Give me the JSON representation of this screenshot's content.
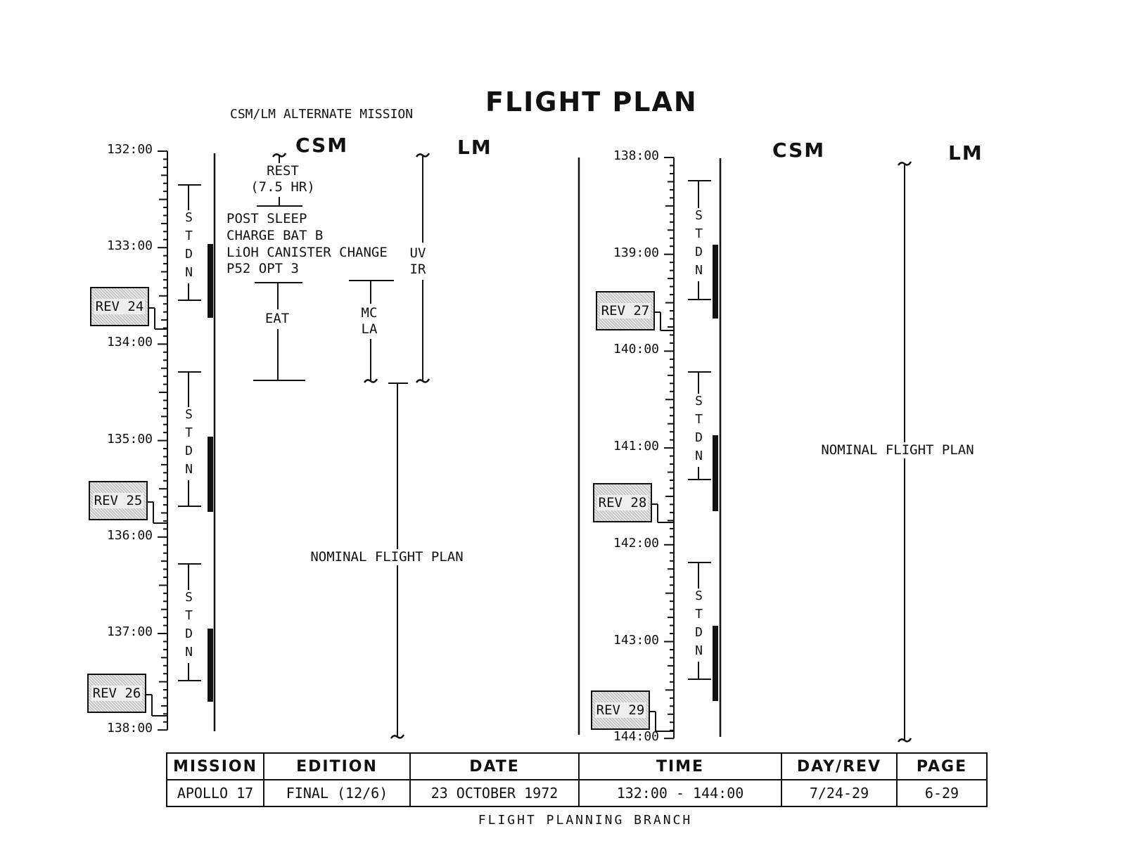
{
  "title": "FLIGHT PLAN",
  "subtitle": "CSM/LM ALTERNATE MISSION",
  "left_panel": {
    "csm_label": "CSM",
    "lm_label": "LM",
    "times": [
      "132:00",
      "133:00",
      "134:00",
      "135:00",
      "136:00",
      "137:00",
      "138:00"
    ],
    "stdn": "STDN",
    "revs": [
      "REV 24",
      "REV 25",
      "REV 26"
    ],
    "rest": [
      "REST",
      "(7.5 HR)"
    ],
    "activities": [
      "POST SLEEP",
      "CHARGE BAT B",
      "LiOH CANISTER CHANGE",
      "P52 OPT 3"
    ],
    "eat": "EAT",
    "mc_la": [
      "MC",
      "LA"
    ],
    "uv_ir": [
      "UV",
      "IR"
    ],
    "nominal": "NOMINAL FLIGHT PLAN"
  },
  "right_panel": {
    "csm_label": "CSM",
    "lm_label": "LM",
    "times": [
      "138:00",
      "139:00",
      "140:00",
      "141:00",
      "142:00",
      "143:00",
      "144:00"
    ],
    "stdn": "STDN",
    "revs": [
      "REV 27",
      "REV 28",
      "REV 29"
    ],
    "nominal": "NOMINAL FLIGHT PLAN"
  },
  "footer": {
    "headers": [
      "MISSION",
      "EDITION",
      "DATE",
      "TIME",
      "DAY/REV",
      "PAGE"
    ],
    "values": [
      "APOLLO 17",
      "FINAL (12/6)",
      "23 OCTOBER 1972",
      "132:00 - 144:00",
      "7/24-29",
      "6-29"
    ],
    "branch": "FLIGHT PLANNING BRANCH"
  }
}
